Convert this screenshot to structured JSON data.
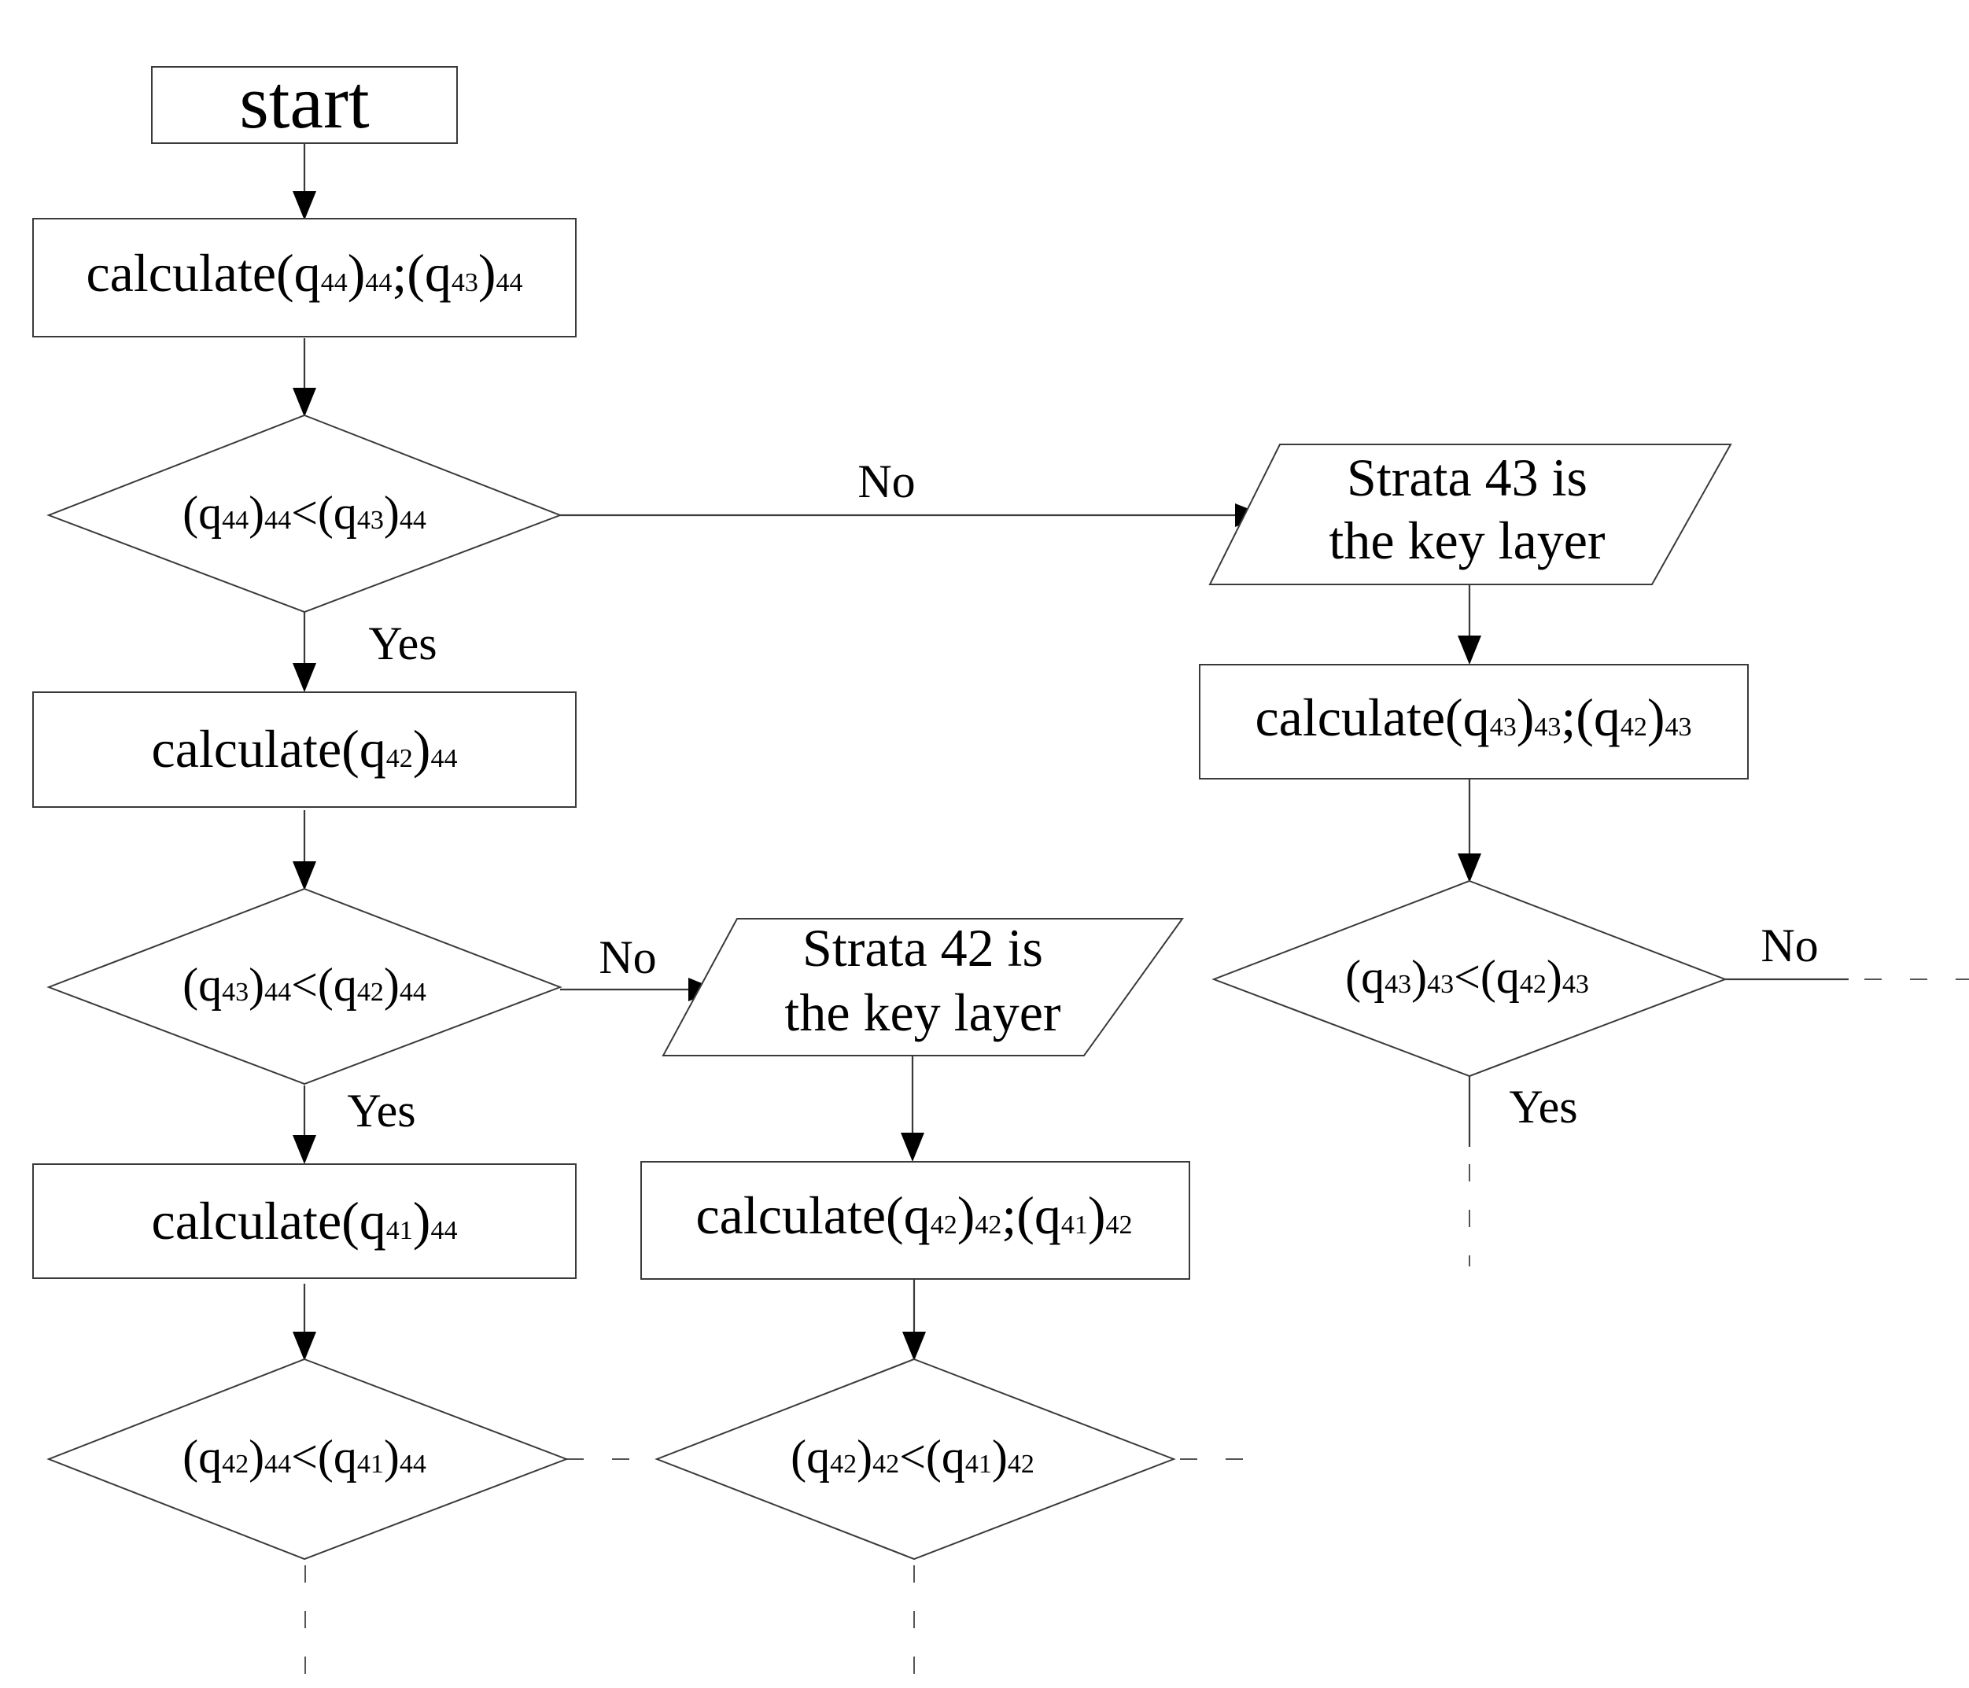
{
  "start": {
    "label": "start"
  },
  "process": {
    "calc_44": [
      {
        "text": "calculate(q"
      },
      {
        "text": "44",
        "sub": true
      },
      {
        "text": ")"
      },
      {
        "text": "44",
        "sub": true
      },
      {
        "text": ";(q"
      },
      {
        "text": "43",
        "sub": true
      },
      {
        "text": ")"
      },
      {
        "text": "44",
        "sub": true
      }
    ],
    "calc_42_44": [
      {
        "text": "calculate(q"
      },
      {
        "text": "42",
        "sub": true
      },
      {
        "text": ")"
      },
      {
        "text": "44",
        "sub": true
      }
    ],
    "calc_41_44": [
      {
        "text": "calculate(q"
      },
      {
        "text": "41",
        "sub": true
      },
      {
        "text": ")"
      },
      {
        "text": "44",
        "sub": true
      }
    ],
    "calc_43": [
      {
        "text": "calculate(q"
      },
      {
        "text": "43",
        "sub": true
      },
      {
        "text": ")"
      },
      {
        "text": "43",
        "sub": true
      },
      {
        "text": ";(q"
      },
      {
        "text": "42",
        "sub": true
      },
      {
        "text": ")"
      },
      {
        "text": "43",
        "sub": true
      }
    ],
    "calc_42": [
      {
        "text": "calculate(q"
      },
      {
        "text": "42",
        "sub": true
      },
      {
        "text": ")"
      },
      {
        "text": "42",
        "sub": true
      },
      {
        "text": ";(q"
      },
      {
        "text": "41",
        "sub": true
      },
      {
        "text": ")"
      },
      {
        "text": "42",
        "sub": true
      }
    ]
  },
  "decisions": {
    "d1": [
      {
        "text": "(q"
      },
      {
        "text": "44",
        "sub": true
      },
      {
        "text": ")"
      },
      {
        "text": "44",
        "sub": true
      },
      {
        "text": "<(q"
      },
      {
        "text": "43",
        "sub": true
      },
      {
        "text": ")"
      },
      {
        "text": "44",
        "sub": true
      }
    ],
    "d2": [
      {
        "text": "(q"
      },
      {
        "text": "43",
        "sub": true
      },
      {
        "text": ")"
      },
      {
        "text": "44",
        "sub": true
      },
      {
        "text": "<(q"
      },
      {
        "text": "42",
        "sub": true
      },
      {
        "text": ")"
      },
      {
        "text": "44",
        "sub": true
      }
    ],
    "d3": [
      {
        "text": "(q"
      },
      {
        "text": "42",
        "sub": true
      },
      {
        "text": ")"
      },
      {
        "text": "44",
        "sub": true
      },
      {
        "text": "<(q"
      },
      {
        "text": "41",
        "sub": true
      },
      {
        "text": ")"
      },
      {
        "text": "44",
        "sub": true
      }
    ],
    "d4": [
      {
        "text": "(q"
      },
      {
        "text": "43",
        "sub": true
      },
      {
        "text": ")"
      },
      {
        "text": "43",
        "sub": true
      },
      {
        "text": "<(q"
      },
      {
        "text": "42",
        "sub": true
      },
      {
        "text": ")"
      },
      {
        "text": "43",
        "sub": true
      }
    ],
    "d5": [
      {
        "text": "(q"
      },
      {
        "text": "42",
        "sub": true
      },
      {
        "text": ")"
      },
      {
        "text": "42",
        "sub": true
      },
      {
        "text": "<(q"
      },
      {
        "text": "41",
        "sub": true
      },
      {
        "text": ")"
      },
      {
        "text": "42",
        "sub": true
      }
    ]
  },
  "outputs": {
    "key43": {
      "line1": "Strata 43 is",
      "line2": "the key layer"
    },
    "key42": {
      "line1": "Strata 42 is",
      "line2": "the key layer"
    }
  },
  "edge_labels": {
    "no": "No",
    "yes": "Yes"
  }
}
